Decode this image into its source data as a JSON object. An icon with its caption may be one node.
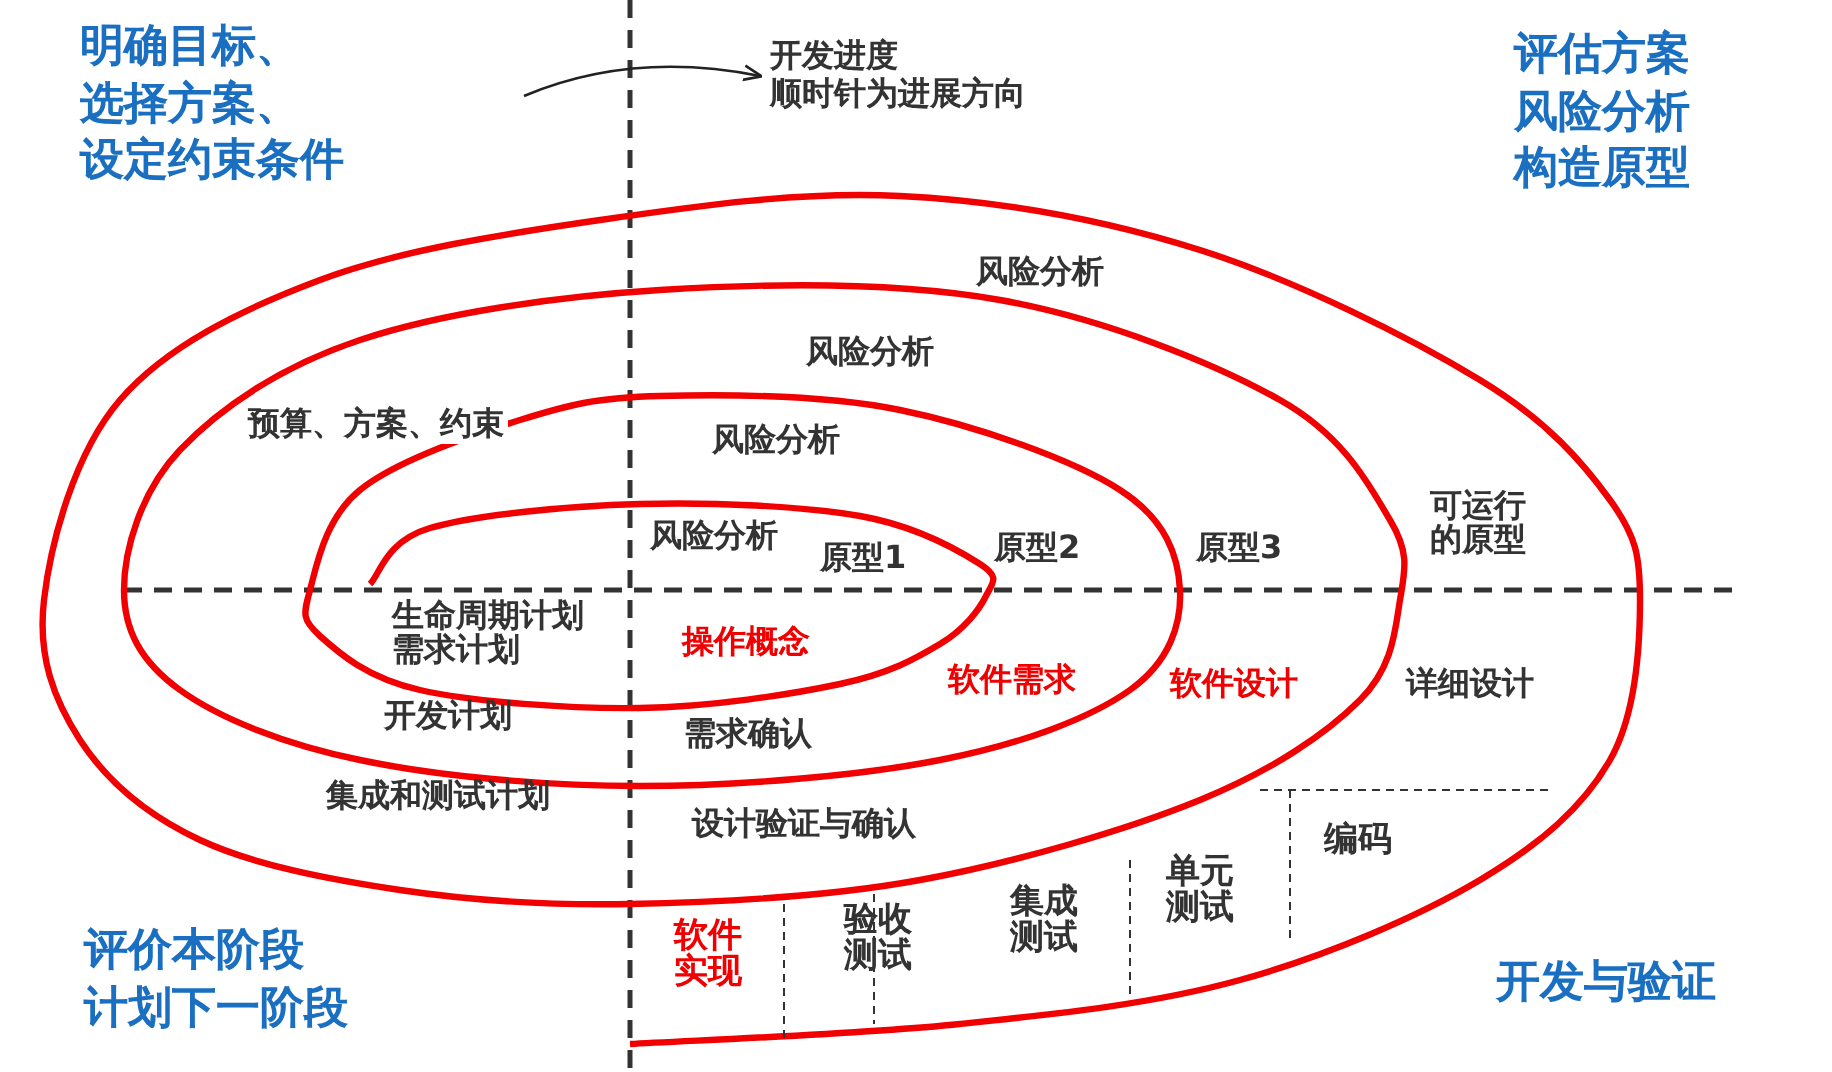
{
  "diagram": {
    "labels": [
      "明确目标、选择方案、设定约束条件",
      "开发进度",
      "顺时针为进展方向",
      "评估方案风险分析构造原型",
      "风险分析",
      "风险分析",
      "风险分析",
      "风险分析",
      "预算、方案、约束",
      "可运行的原型",
      "原型1",
      "原型2",
      "原型3",
      "生命周期计划",
      "需求计划",
      "操作概念",
      "软件需求",
      "软件设计",
      "详细设计",
      "开发计划",
      "需求确认",
      "集成和测试计划",
      "设计验证与确认",
      "编码",
      "单元测试",
      "集成测试",
      "验收测试",
      "软件实现",
      "评价本阶段计划下一阶段",
      "开发与验证"
    ]
  }
}
